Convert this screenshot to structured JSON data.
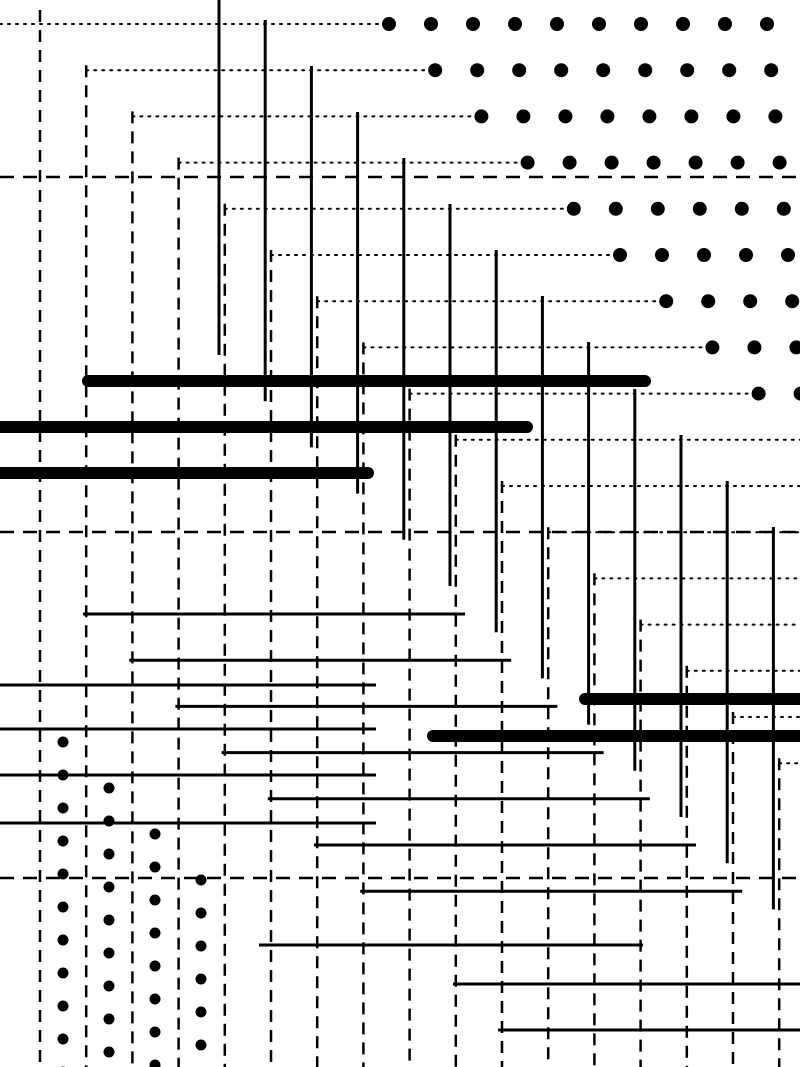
{
  "artwork": {
    "colors": {
      "background": "#ffffff",
      "ink": "#000000"
    },
    "elements": {
      "dot_rows": "dot-row",
      "dotted_leaders": "dotted-leader-line",
      "vertical_dashes": "vertical-dashed-line",
      "horizontal_dashes": "horizontal-dashed-line",
      "vertical_bars": "vertical-solid-line",
      "horizontal_bars": "horizontal-solid-line",
      "thick_bars": "thick-bar",
      "dot_columns": "dot-column"
    }
  }
}
